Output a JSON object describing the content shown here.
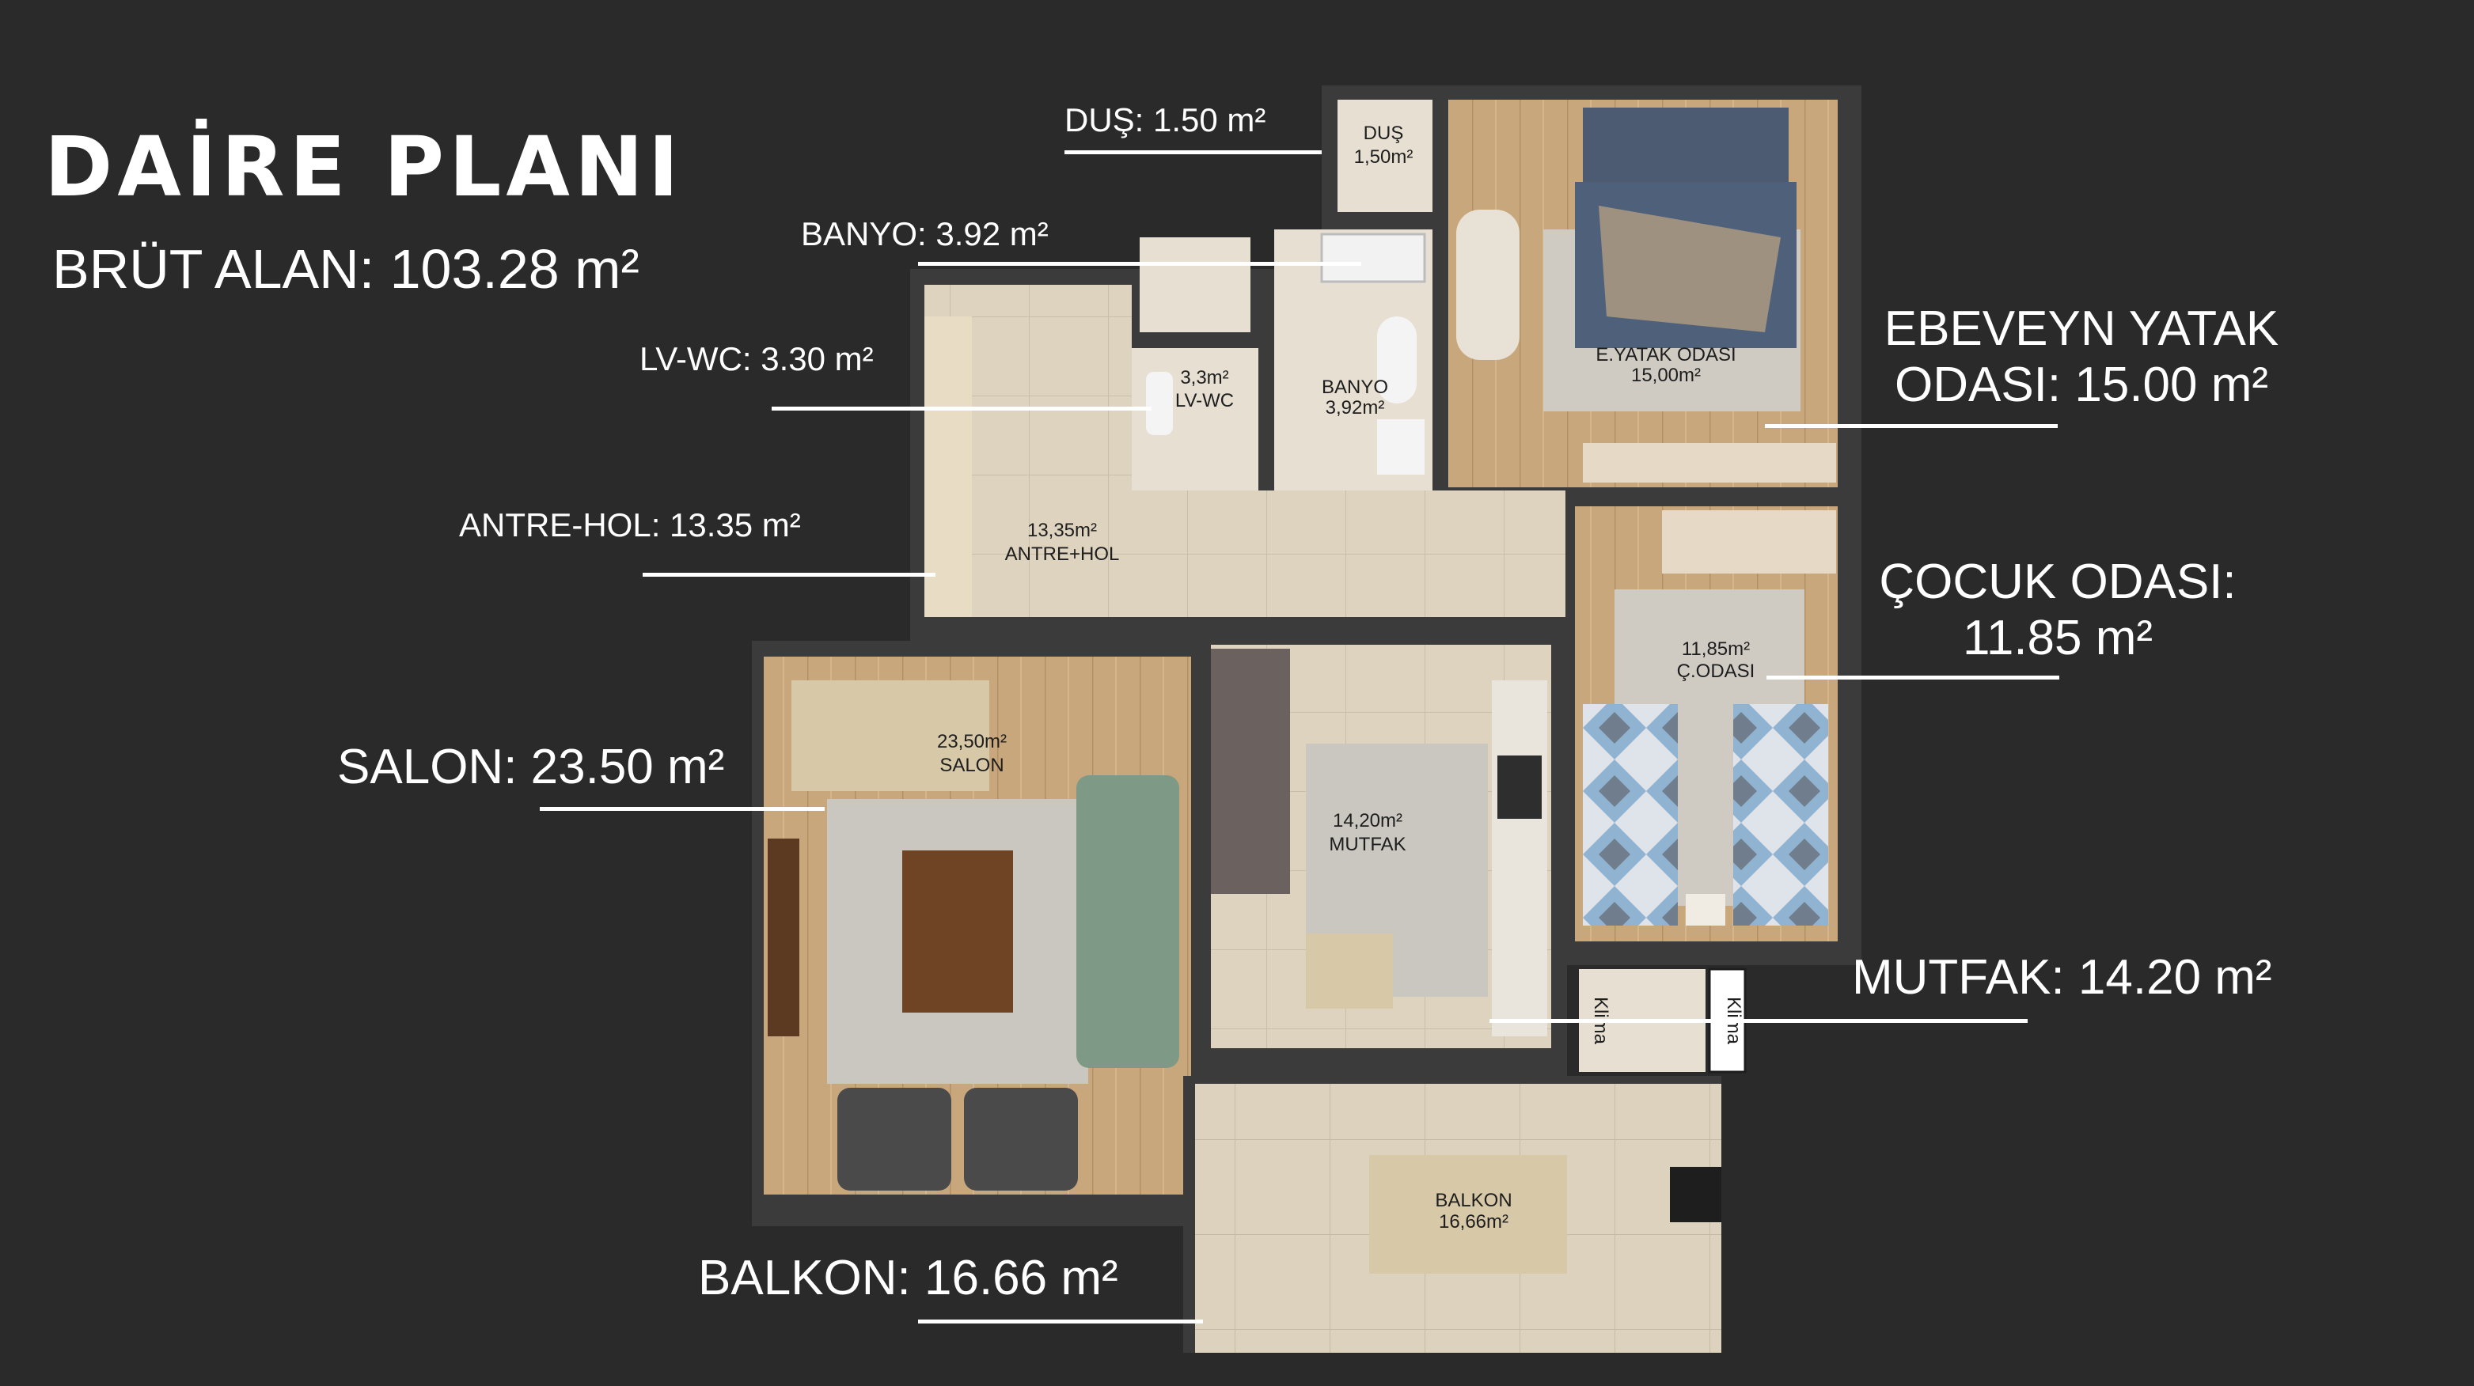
{
  "header": {
    "title": "DAİRE PLANI",
    "gross_area": "BRÜT ALAN: 103.28 m²"
  },
  "callouts": {
    "dus": "DUŞ: 1.50 m²",
    "banyo": "BANYO: 3.92 m²",
    "lv_wc": "LV-WC: 3.30 m²",
    "antre_hol": "ANTRE-HOL: 13.35 m²",
    "salon": "SALON: 23.50 m²",
    "balkon": "BALKON: 16.66 m²",
    "ebeveyn_line1": "EBEVEYN YATAK",
    "ebeveyn_line2": "ODASI: 15.00 m²",
    "cocuk_line1": "ÇOCUK ODASI:",
    "cocuk_line2": "11.85 m²",
    "mutfak": "MUTFAK: 14.20 m²"
  },
  "plan_labels": {
    "dus_name": "DUŞ",
    "dus_area": "1,50m²",
    "banyo_name": "BANYO",
    "banyo_area": "3,92m²",
    "wc_area": "3,3m²",
    "wc_name": "LV-WC",
    "antre_area": "13,35m²",
    "antre_name": "ANTRE+HOL",
    "eyatak_name": "E.YATAK ODASI",
    "eyatak_area": "15,00m²",
    "codasi_area": "11,85m²",
    "codasi_name": "Ç.ODASI",
    "salon_area": "23,50m²",
    "salon_name": "SALON",
    "mutfak_area": "14,20m²",
    "mutfak_name": "MUTFAK",
    "balkon_name": "BALKON",
    "balkon_area": "16,66m²",
    "klima_1": "Klima",
    "klima_2": "Klima"
  },
  "colors": {
    "background": "#2a2a2a",
    "wall": "#3b3b3b",
    "wood_floor": "#c9a77c",
    "tile_floor": "#ddd3bf",
    "rug": "#c9c6bf",
    "sofa": "#7e9a86",
    "bedding": "#4f607a",
    "text": "#ffffff"
  }
}
